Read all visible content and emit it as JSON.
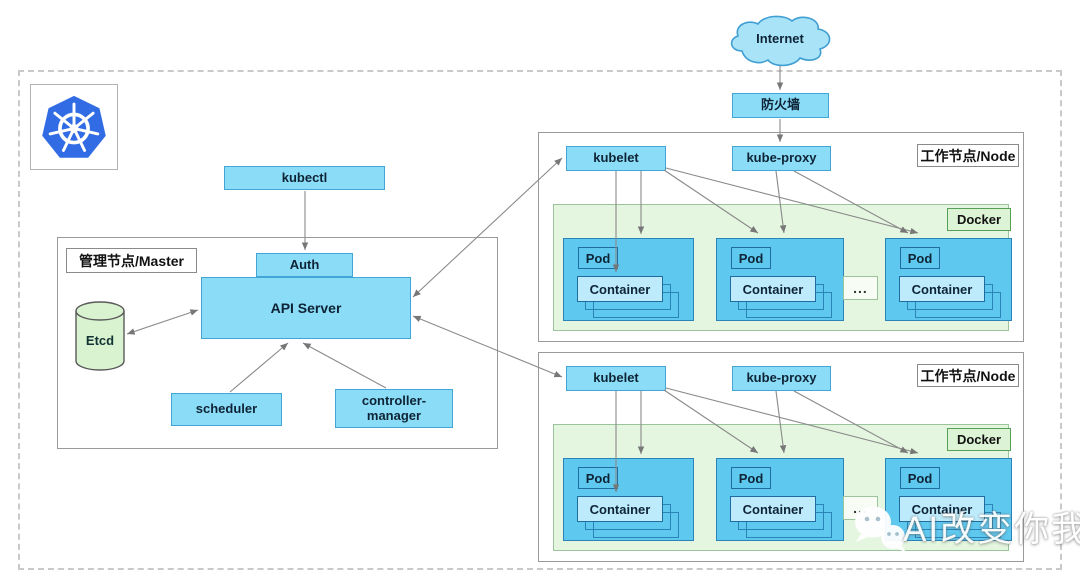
{
  "internet": {
    "label": "Internet"
  },
  "firewall": {
    "label": "防火墙"
  },
  "master": {
    "title": "管理节点/Master",
    "kubectl": "kubectl",
    "auth": "Auth",
    "api_server": "API Server",
    "etcd": "Etcd",
    "scheduler": "scheduler",
    "controller_manager_line1": "controller-",
    "controller_manager_line2": "manager"
  },
  "nodes": [
    {
      "title": "工作节点/Node",
      "kubelet": "kubelet",
      "kube_proxy": "kube-proxy",
      "docker": "Docker",
      "ellipsis": "...",
      "pods": [
        {
          "label": "Pod",
          "container": "Container"
        },
        {
          "label": "Pod",
          "container": "Container"
        },
        {
          "label": "Pod",
          "container": "Container"
        }
      ]
    },
    {
      "title": "工作节点/Node",
      "kubelet": "kubelet",
      "kube_proxy": "kube-proxy",
      "docker": "Docker",
      "ellipsis": "...",
      "pods": [
        {
          "label": "Pod",
          "container": "Container"
        },
        {
          "label": "Pod",
          "container": "Container"
        },
        {
          "label": "Pod",
          "container": "Container"
        }
      ]
    }
  ],
  "watermark": {
    "text": "AI改变你我"
  },
  "colors": {
    "box_fill": "#8bdcf6",
    "box_border": "#43a5d5",
    "pod_fill": "#5ec8ef",
    "pod_border": "#2b84b8",
    "container_fill": "#bdebfb",
    "docker_fill": "#e4f6df",
    "docker_border": "#9cc49c",
    "docker_label_border": "#55a055",
    "etcd_fill": "#d9f2cf",
    "kubernetes_blue": "#326ce5",
    "arrow_gray": "#8a8a8a"
  }
}
